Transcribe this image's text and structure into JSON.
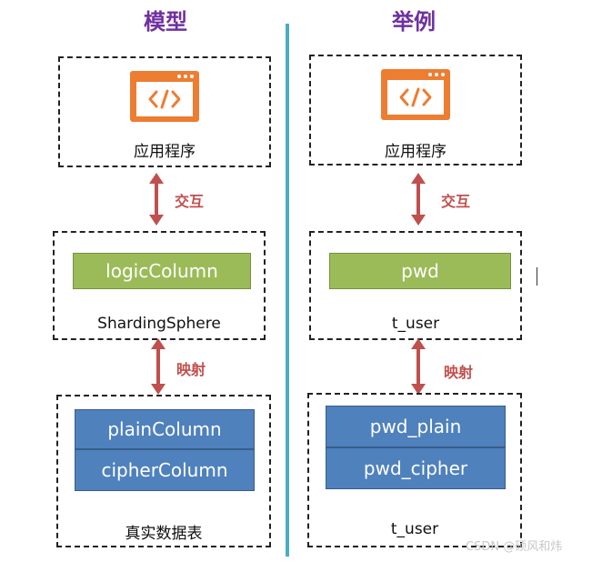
{
  "headings": {
    "left": "模型",
    "right": "举例"
  },
  "left": {
    "app_label": "应用程序",
    "interaction_label": "交互",
    "logic_column": "logicColumn",
    "middleware_label": "ShardingSphere",
    "mapping_label": "映射",
    "plain_column": "plainColumn",
    "cipher_column": "cipherColumn",
    "table_label": "真实数据表"
  },
  "right": {
    "app_label": "应用程序",
    "interaction_label": "交互",
    "logic_column": "pwd",
    "table_label_top": "t_user",
    "mapping_label": "映射",
    "plain_column": "pwd_plain",
    "cipher_column": "pwd_cipher",
    "table_label_bottom": "t_user"
  },
  "watermark": "CSDN @硕风和炜",
  "colors": {
    "heading": "#7030a0",
    "divider": "#4bacc6",
    "app_icon": "#ed7d31",
    "logic_bar": "#9bbb59",
    "physical_bar": "#4f81bd",
    "arrow": "#c0504d"
  },
  "icons": [
    "code-window-icon",
    "double-arrow-icon"
  ]
}
